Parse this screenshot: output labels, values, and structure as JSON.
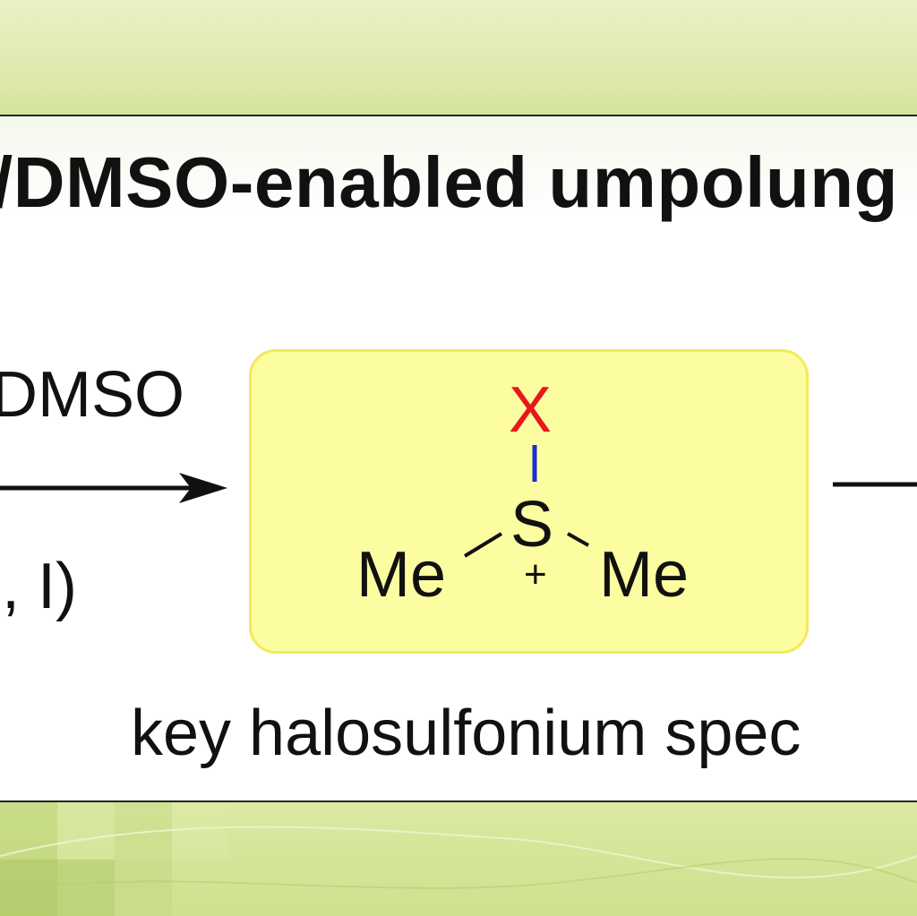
{
  "header": {
    "title": "/DMSO-enabled umpolung"
  },
  "scheme": {
    "reagent_above_arrow": "DMSO",
    "reagent_below_arrow": ", I)",
    "species": {
      "halogen": "X",
      "sulfur": "S",
      "charge": "+",
      "methyl_left": "Me",
      "methyl_right": "Me"
    },
    "caption": "key halosulfonium spec"
  },
  "colors": {
    "halogen": "#e8171a",
    "halogen_bond": "#1a2fd0",
    "species_fill": "#fcfca0",
    "species_border": "#f2ea5a",
    "background_green": "#dde9ab"
  }
}
